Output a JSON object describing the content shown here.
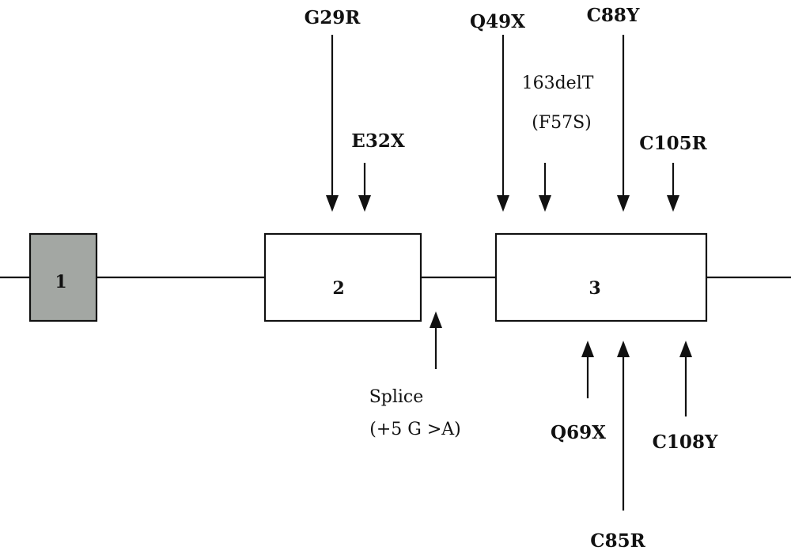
{
  "colors": {
    "line": "#111111",
    "exon_1_fill": "#a3a7a3",
    "exon_fill": "#ffffff"
  },
  "exons": [
    {
      "id": "1",
      "label": "1",
      "fill": "#a3a7a3"
    },
    {
      "id": "2",
      "label": "2",
      "fill": "#ffffff"
    },
    {
      "id": "3",
      "label": "3",
      "fill": "#ffffff"
    }
  ],
  "mutations": {
    "above": [
      {
        "id": "g29r",
        "label": "G29R"
      },
      {
        "id": "e32x",
        "label": "E32X"
      },
      {
        "id": "q49x",
        "label": "Q49X"
      },
      {
        "id": "163delt",
        "label": "163delT",
        "sub_label": "(F57S)"
      },
      {
        "id": "c88y",
        "label": "C88Y"
      },
      {
        "id": "c105r",
        "label": "C105R"
      }
    ],
    "below": [
      {
        "id": "splice",
        "label": "Splice",
        "sub_label": "(+5 G >A)"
      },
      {
        "id": "q69x",
        "label": "Q69X"
      },
      {
        "id": "c85r",
        "label": "C85R"
      },
      {
        "id": "c108y",
        "label": "C108Y"
      }
    ]
  }
}
